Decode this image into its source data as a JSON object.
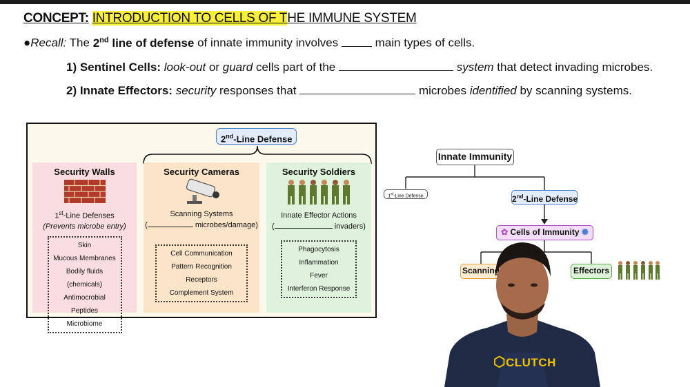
{
  "title": {
    "concept": "CONCEPT:",
    "highlighted": "INTRODUCTION TO CELLS OF T",
    "rest": "HE IMMUNE SYSTEM"
  },
  "recall": {
    "bullet": "●",
    "label": "Recall:",
    "text1": "The ",
    "bold1": "2",
    "bold_sup": "nd",
    "bold2": " line of defense",
    "text2": " of innate immunity involves ",
    "text3": " main types of cells."
  },
  "item1": {
    "label": "1) Sentinel Cells:",
    "em1": "look-out",
    "t1": " or ",
    "em2": "guard",
    "t2": " cells part of the ",
    "em3": "system",
    "t3": " that detect invading microbes."
  },
  "item2": {
    "label": "2) Innate Effectors:",
    "em1": "security",
    "t1": " responses that ",
    "t2": " microbes ",
    "em2": "identified",
    "t3": " by scanning systems."
  },
  "panel": {
    "header_pre": "2",
    "header_sup": "nd",
    "header_post": "-Line Defense",
    "columns": [
      {
        "title": "Security Walls",
        "sub1_pre": "1",
        "sub1_sup": "st",
        "sub1_post": "-Line Defenses",
        "sub2": "(Prevents microbe entry)",
        "items": [
          "Skin",
          "Mucous Membranes",
          "Bodily fluids (chemicals)",
          "Antimocrobial Peptides",
          "Microbiome"
        ]
      },
      {
        "title": "Security Cameras",
        "sub1": "Scanning Systems",
        "sub2": "microbes/damage)",
        "items": [
          "Cell Communication",
          "Pattern Recognition Receptors",
          "Complement System"
        ]
      },
      {
        "title": "Security Soldiers",
        "sub1": "Innate Effector Actions",
        "sub2": "invaders)",
        "items": [
          "Phagocytosis",
          "Inflammation",
          "Fever",
          "Interferon Response"
        ]
      }
    ]
  },
  "tree": {
    "root": "Innate Immunity",
    "first_line_pre": "1",
    "first_line_sup": "st",
    "first_line_post": "-Line Defense",
    "second_line_pre": "2",
    "second_line_sup": "nd",
    "second_line_post": "-Line Defense",
    "cells": "Cells of Immunity",
    "scanning": "Scanning",
    "effectors": "Effectors"
  },
  "logo": "CLUTCH",
  "colors": {
    "highlight": "#f7ef3a",
    "pill_blue": "#4e7fd0",
    "walls_bg": "#f9dde1",
    "cameras_bg": "#fbe4c8",
    "soldiers_bg": "#dff3dc",
    "cells_purple": "#b04fc7",
    "scanning_orange": "#e9a23b",
    "effectors_green": "#5cae4f"
  }
}
